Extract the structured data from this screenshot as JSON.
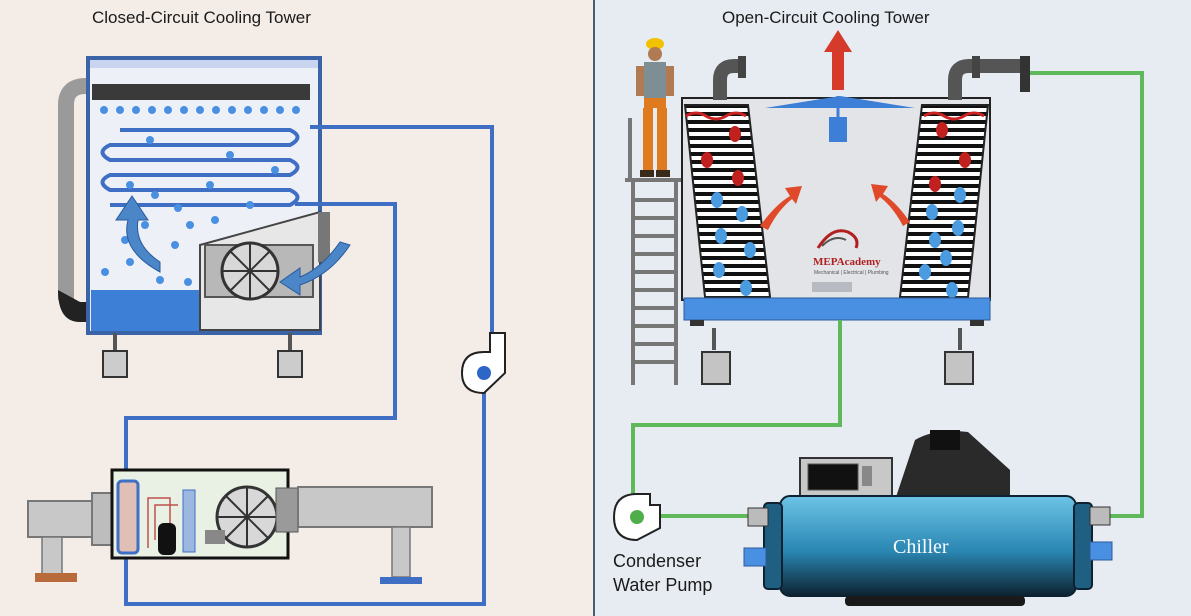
{
  "closed_circuit": {
    "title": "Closed-Circuit Cooling Tower"
  },
  "open_circuit": {
    "title": "Open-Circuit Cooling Tower"
  },
  "pump": {
    "label_line1": "Condenser",
    "label_line2": "Water Pump"
  },
  "chiller": {
    "label": "Chiller"
  },
  "logo": {
    "name": "MEPAcademy",
    "tagline": "Mechanical | Electrical | Plumbing"
  },
  "colors": {
    "closed_loop": "#3f6fc4",
    "condenser_loop": "#5fb85a",
    "water": "#4a90e2",
    "left_bg": "#f3ece7",
    "right_bg": "#e6ecf2",
    "chiller_body": "#3c9cc6",
    "hot_air": "#e04a2a"
  }
}
